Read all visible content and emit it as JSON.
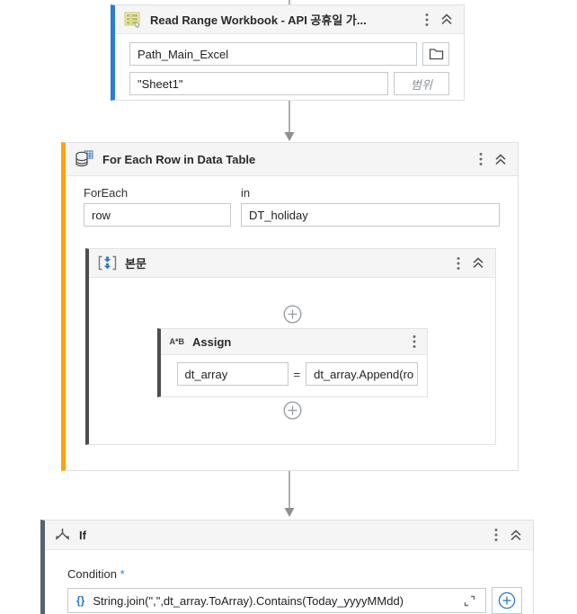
{
  "read_range": {
    "title": "Read Range Workbook - API 공휴일 가...",
    "workbook_path_value": "Path_Main_Excel",
    "sheet_name_value": "\"Sheet1\"",
    "range_placeholder": "범위"
  },
  "for_each_row": {
    "title": "For Each Row in Data Table",
    "foreach_label": "ForEach",
    "foreach_value": "row",
    "in_label": "in",
    "in_value": "DT_holiday",
    "body": {
      "title": "본문",
      "assign": {
        "title": "Assign",
        "to_value": "dt_array",
        "equals_sign": "=",
        "value_expression": "dt_array.Append(ro"
      }
    }
  },
  "if_activity": {
    "title": "If",
    "condition_label": "Condition",
    "required_marker": "*",
    "braces_glyph": "{}",
    "condition_value": "String.join(\",\",dt_array.ToArray).Contains(Today_yyyyMMdd)"
  },
  "icons": {
    "read_range_header": "excel-table-icon",
    "browse": "folder-icon",
    "for_each_header": "datatable-icon",
    "body_header": "double-down-arrow-brackets-icon",
    "assign_header": "a-star-b-icon",
    "assign_glyph": "A*B",
    "if_header": "branch-fork-icon",
    "menu": "kebab-icon",
    "collapse": "chevron-double-up-icon",
    "add": "plus-circle-icon",
    "open_editor": "expand-corners-icon"
  },
  "accent_colors": {
    "read_range_border": "#2a7cd4",
    "for_each_border": "#fba308",
    "body_border": "#4d4d4d",
    "if_border": "#56646e",
    "blue_icon": "#2979c8",
    "header_background": "#f5f5f5",
    "connector_gray": "#8f8f8f"
  }
}
